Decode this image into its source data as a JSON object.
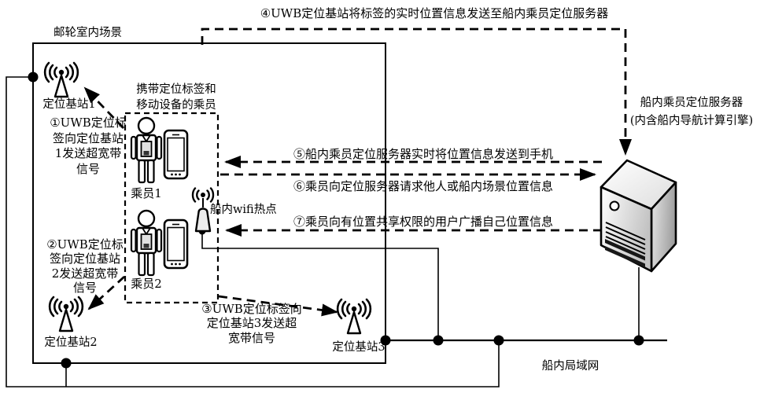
{
  "scene": {
    "label": "邮轮室内场景"
  },
  "group": {
    "lines": [
      "携带定位标签和",
      "移动设备的乘员"
    ]
  },
  "nodes": {
    "base1": "定位基站1",
    "base2": "定位基站2",
    "base3": "定位基站3",
    "passenger1": "乘员1",
    "passenger2": "乘员2",
    "hotspot": "船内wifi热点",
    "server": {
      "lines": [
        "船内乘员定位服务器",
        "(内含船内导航计算引擎)"
      ]
    },
    "lan": "船内局域网"
  },
  "flows": {
    "f1": {
      "lines": [
        "①UWB定位标",
        "签向定位基站",
        "1发送超宽带",
        "信号"
      ]
    },
    "f2": {
      "lines": [
        "②UWB定位标",
        "签向定位基站",
        "2发送超宽带",
        "信号"
      ]
    },
    "f3": {
      "lines": [
        "③UWB定位标签向",
        "定位基站3发送超",
        "宽带信号"
      ]
    },
    "f4": {
      "label": "④UWB定位基站将标签的实时位置信息发送至船内乘员定位服务器"
    },
    "f5": {
      "label": "⑤船内乘员定位服务器实时将位置信息发送到手机"
    },
    "f6": {
      "label": "⑥乘员向定位服务器请求他人或船内场景位置信息"
    },
    "f7": {
      "label": "⑦乘员向有位置共享权限的用户广播自己位置信息"
    }
  },
  "colors": {
    "line": "#000000",
    "background": "#ffffff",
    "server_front": "#c9c9c9",
    "server_side": "#a8a8a8"
  }
}
